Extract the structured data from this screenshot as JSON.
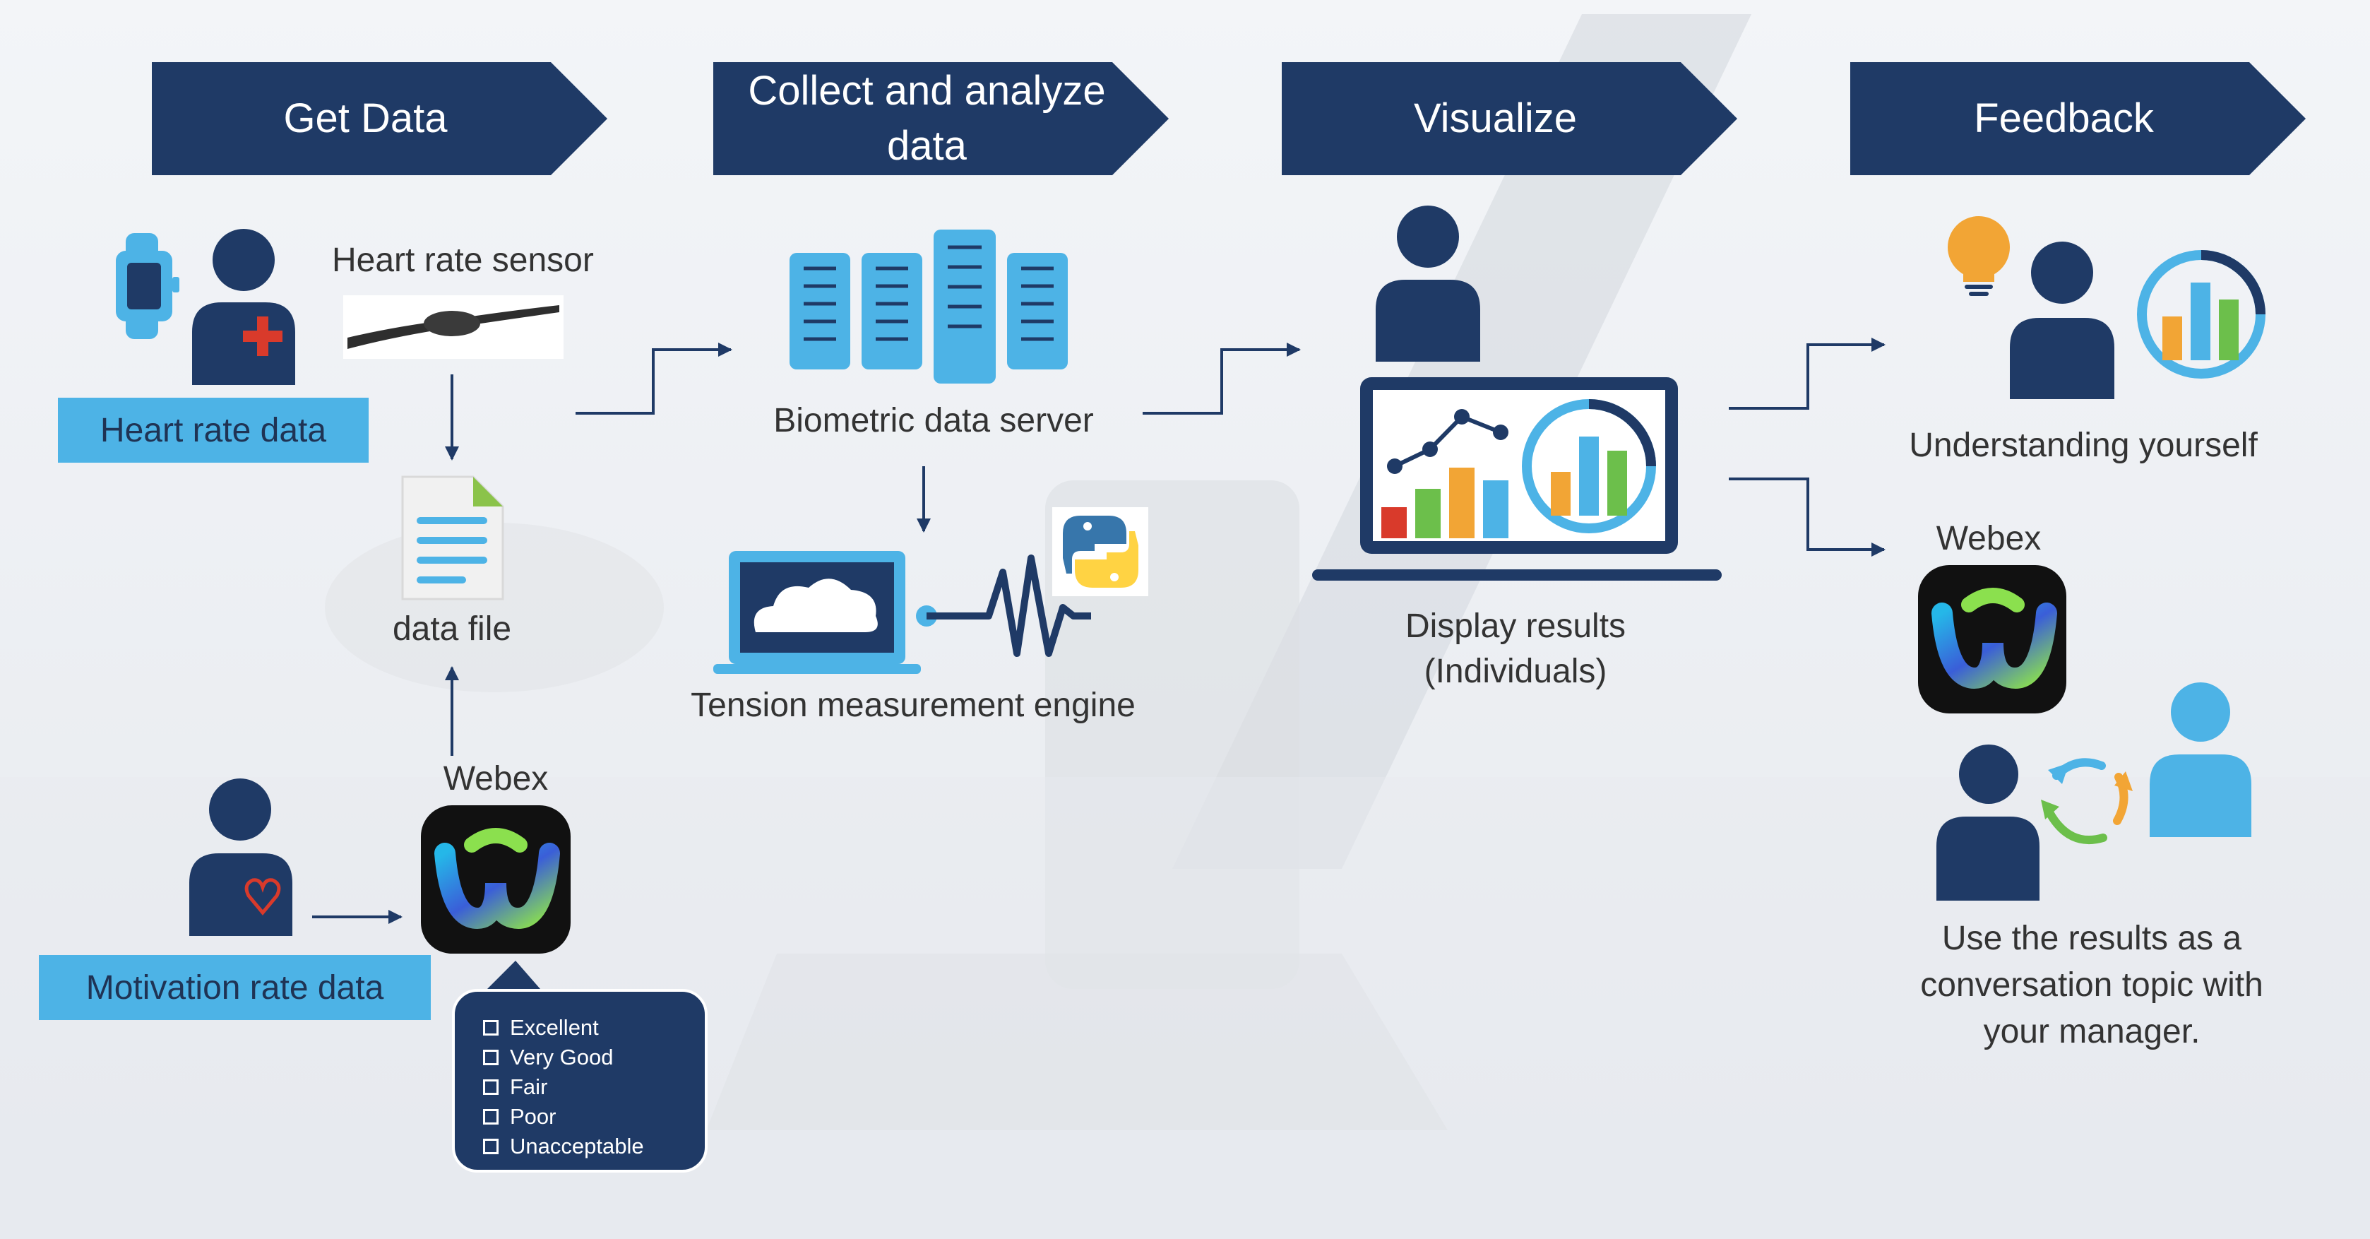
{
  "steps": [
    {
      "label": "Get Data"
    },
    {
      "label": "Collect and analyze data"
    },
    {
      "label": "Visualize"
    },
    {
      "label": "Feedback"
    }
  ],
  "get_data": {
    "sensor_label": "Heart rate sensor",
    "heart_rate_band": "Heart rate data",
    "data_file_label": "data file",
    "webex_label": "Webex",
    "motivation_band": "Motivation rate data",
    "survey_options": [
      "Excellent",
      "Very Good",
      "Fair",
      "Poor",
      "Unacceptable"
    ]
  },
  "collect": {
    "server_label": "Biometric data server",
    "engine_label": "Tension measurement engine"
  },
  "visualize": {
    "display_line1": "Display results",
    "display_line2": "(Individuals)"
  },
  "feedback": {
    "understanding_label": "Understanding yourself",
    "webex_label": "Webex",
    "conversation_line1": "Use the results as a",
    "conversation_line2": "conversation topic with",
    "conversation_line3": "your manager."
  },
  "colors": {
    "navy": "#1f3a66",
    "band_blue": "#4db3e6",
    "icon_blue": "#4db3e6",
    "arrow": "#1f3a66",
    "orange": "#f2a535",
    "green": "#6cbf4b",
    "red": "#d93a2b",
    "background": "#eef1f5"
  },
  "icons": [
    "smartwatch-icon",
    "person-icon",
    "heart-rate-strap-icon",
    "document-icon",
    "server-icon",
    "laptop-cloud-icon",
    "heartbeat-icon",
    "python-logo-icon",
    "dashboard-laptop-icon",
    "lightbulb-icon",
    "chart-circle-icon",
    "webex-logo-icon",
    "conversation-cycle-icon"
  ]
}
